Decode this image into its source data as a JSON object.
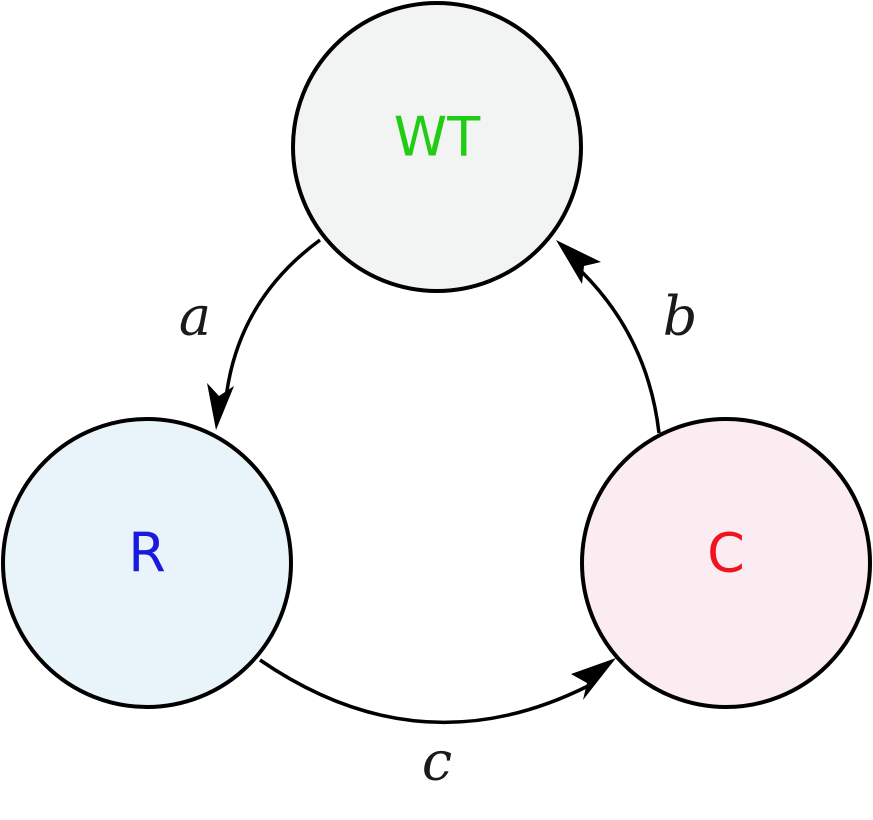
{
  "diagram": {
    "nodes": {
      "wt": {
        "label": "WT",
        "label_color": "#22cc14",
        "fill": "#f2f4f3"
      },
      "r": {
        "label": "R",
        "label_color": "#1a1adf",
        "fill": "#e9f3fa"
      },
      "c": {
        "label": "C",
        "label_color": "#f0141e",
        "fill": "#fbecf1"
      }
    },
    "edges": {
      "a": {
        "label": "a",
        "from": "WT",
        "to": "R"
      },
      "b": {
        "label": "b",
        "from": "C",
        "to": "WT"
      },
      "c": {
        "label": "c",
        "from": "R",
        "to": "C"
      }
    }
  }
}
